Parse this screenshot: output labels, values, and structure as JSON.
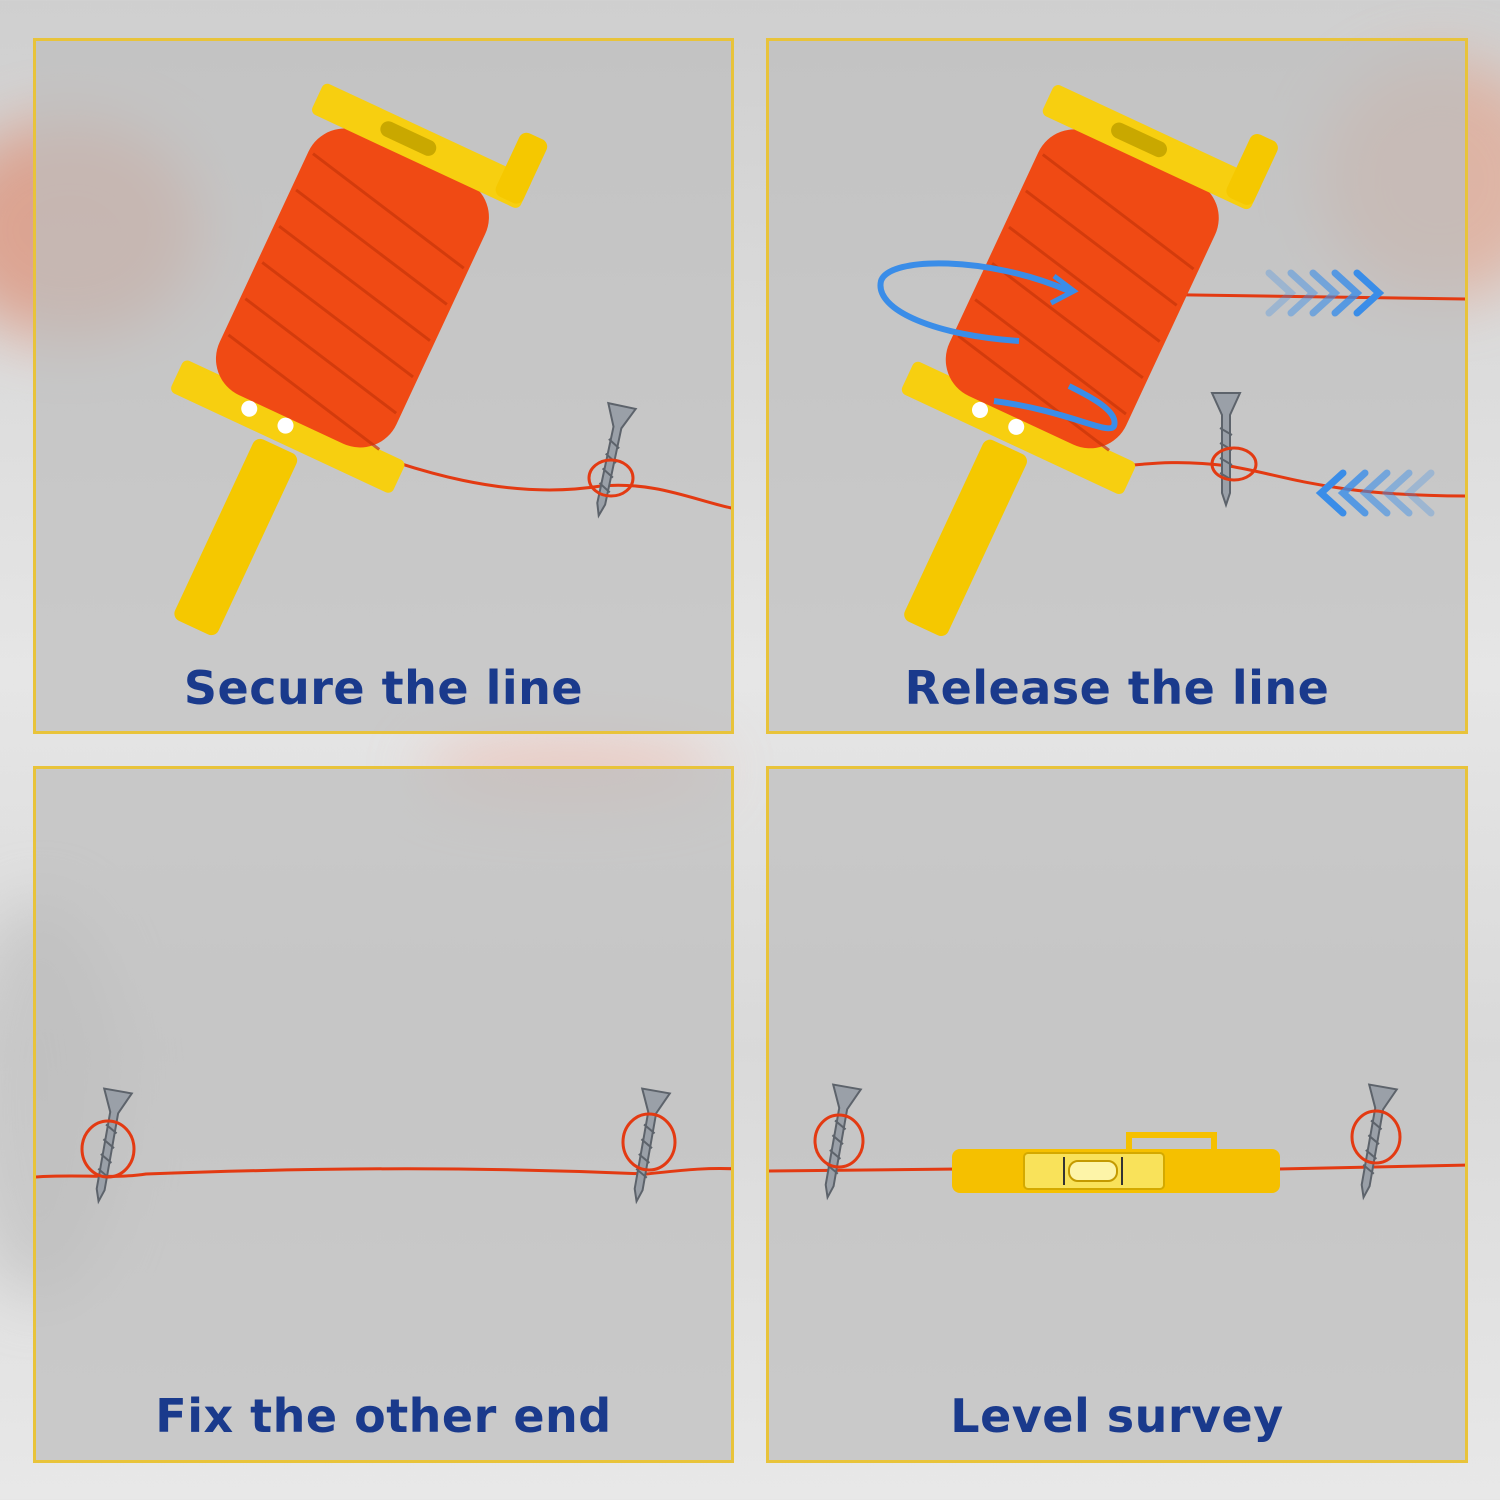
{
  "colors": {
    "panel_border": "#e8c33a",
    "caption_text": "#1a3a8c",
    "line": "#e33a12",
    "spool_yarn": "#f04a14",
    "reel_plastic": "#f5c800",
    "arrow": "#3a8de8"
  },
  "panels": [
    {
      "caption": "Secure the line"
    },
    {
      "caption": "Release the line"
    },
    {
      "caption": "Fix the other end"
    },
    {
      "caption": "Level survey"
    }
  ],
  "icons": {
    "spool": "string-reel-icon",
    "screw": "screw-icon",
    "rotate": "rotate-arrow-icon",
    "chevrons": "chevron-arrows-icon",
    "level": "line-level-icon"
  }
}
